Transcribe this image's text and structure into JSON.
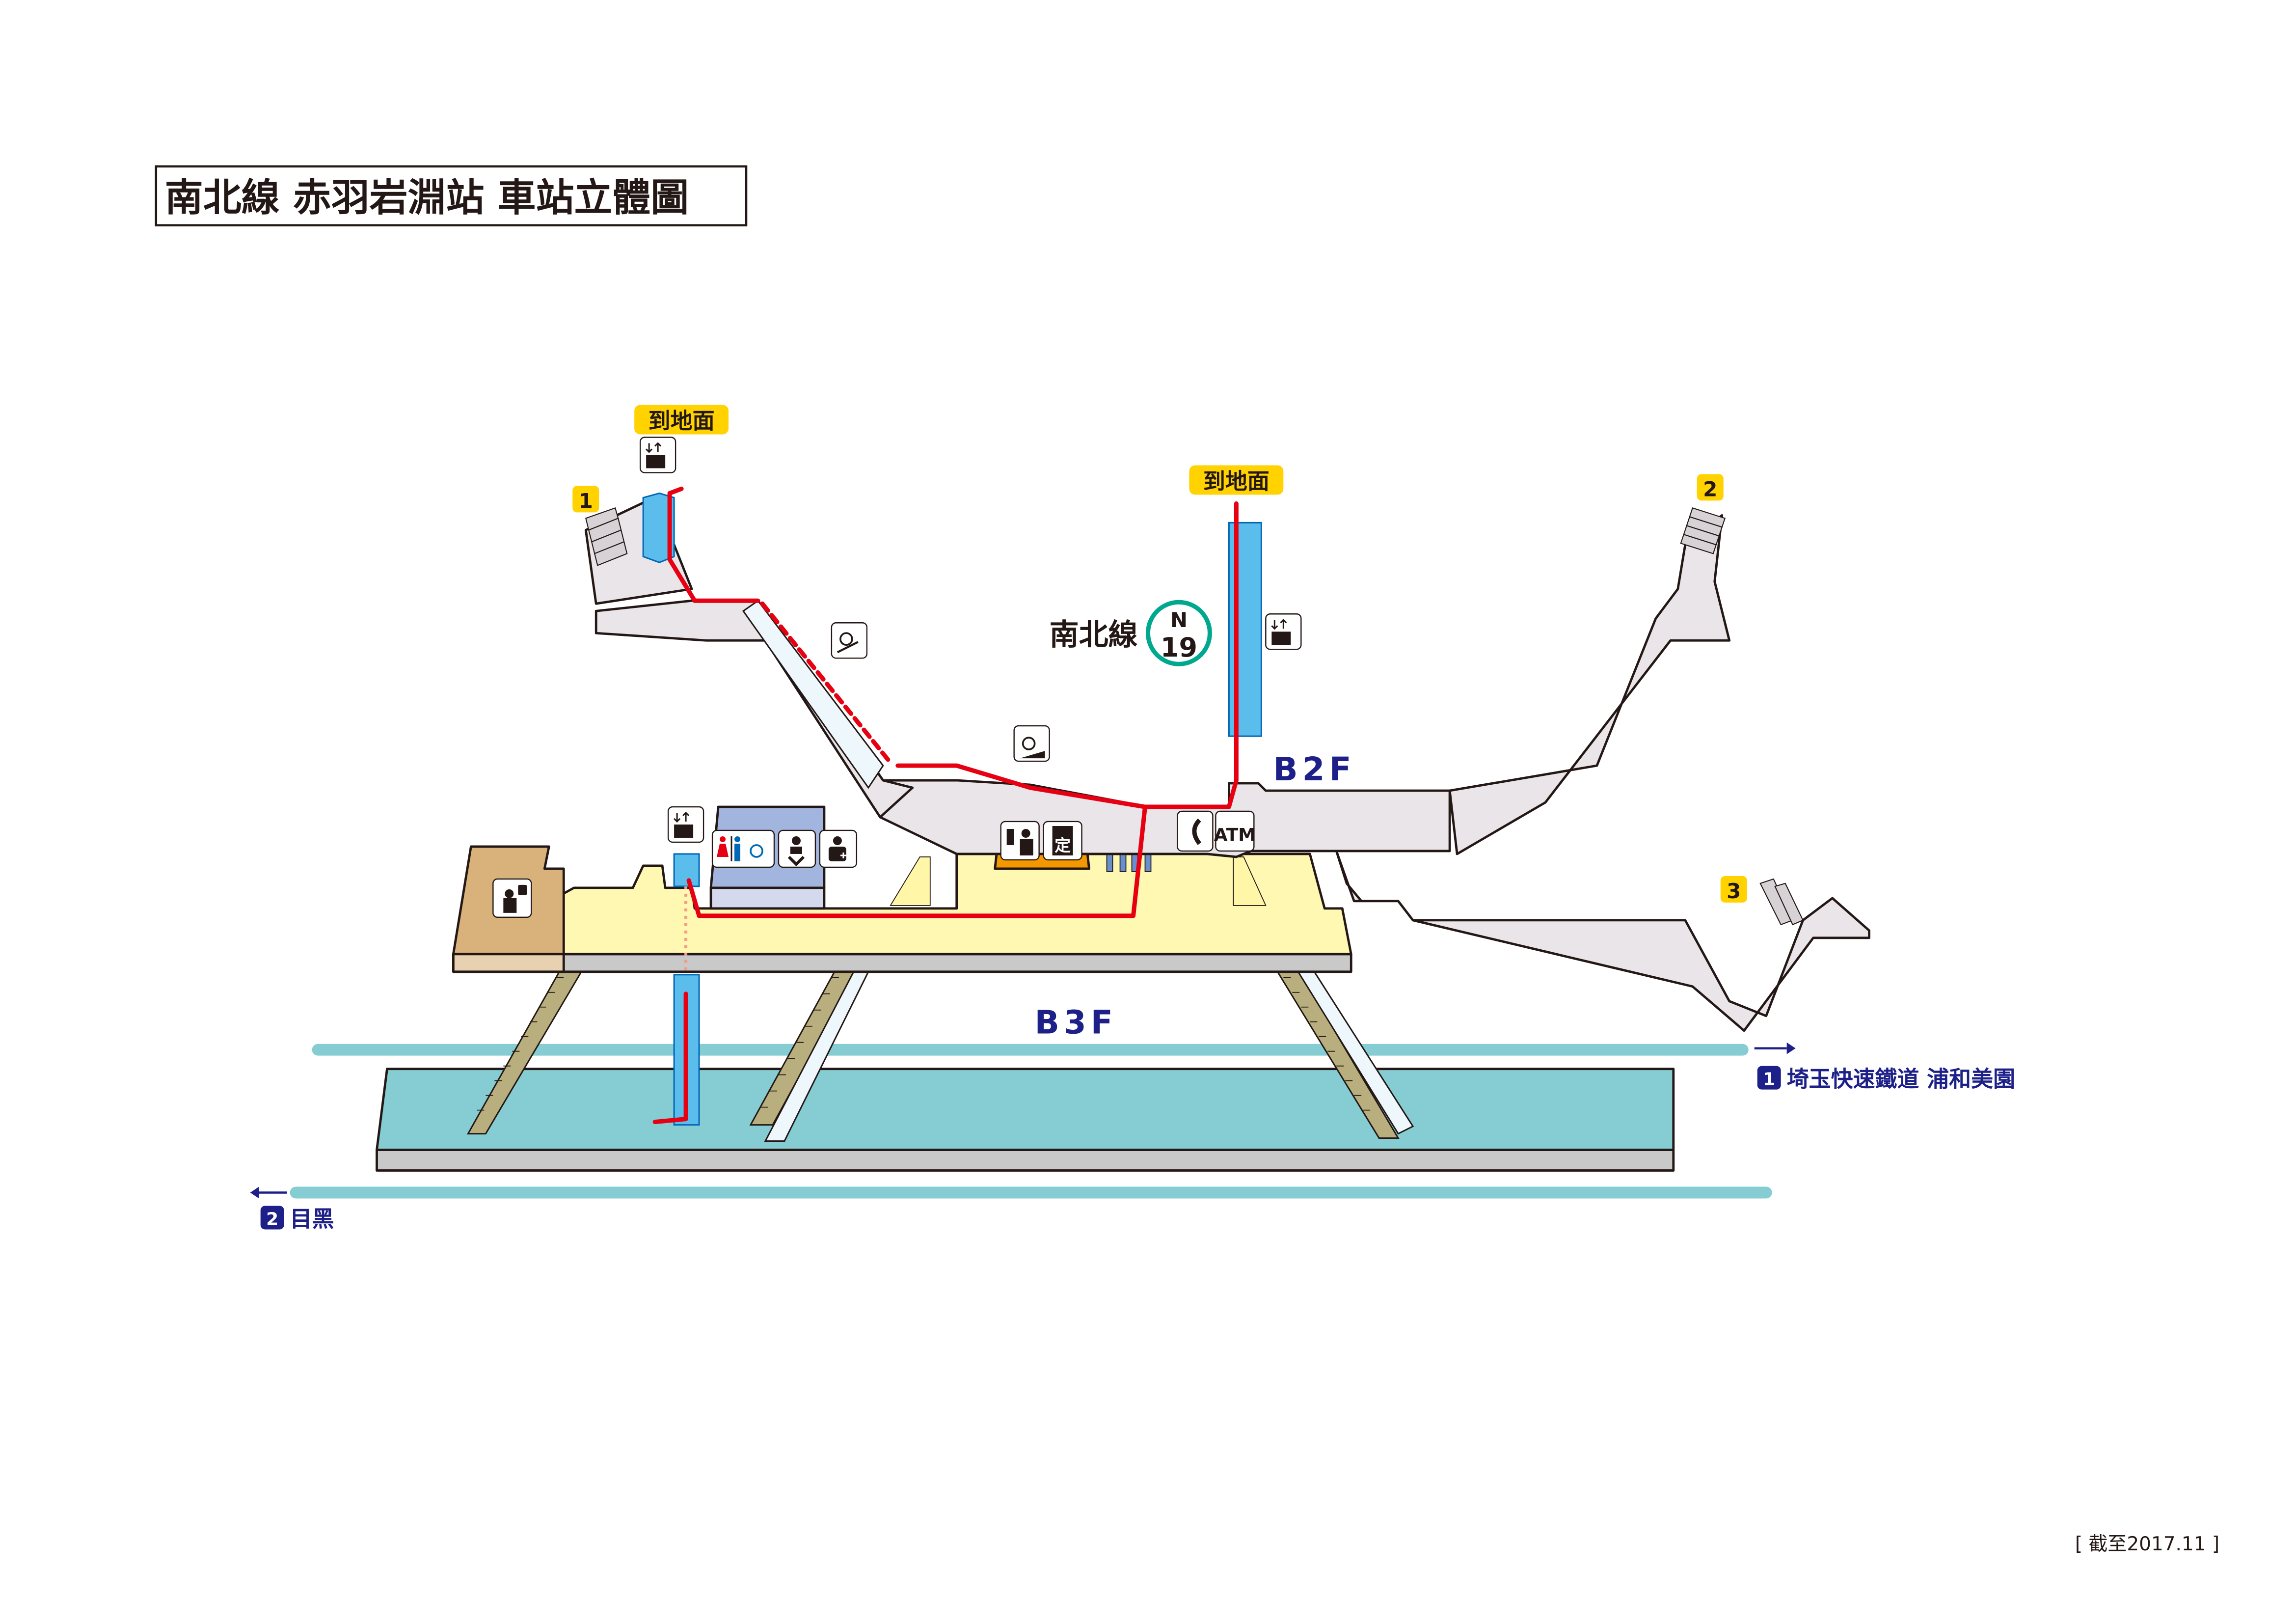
{
  "title": "南北線 赤羽岩淵站 車站立體圖",
  "line": {
    "name": "南北線",
    "code_letter": "N",
    "code_number": "19",
    "color": "#00A88F"
  },
  "floors": {
    "b2f": "B2F",
    "b3f": "B3F"
  },
  "exits": [
    {
      "number": "1"
    },
    {
      "number": "2"
    },
    {
      "number": "3"
    }
  ],
  "to_ground_labels": [
    "到地面",
    "到地面"
  ],
  "directions": {
    "platform1": {
      "number": "1",
      "destination": "埼玉快速鐵道 浦和美園",
      "arrow": "→"
    },
    "platform2": {
      "number": "2",
      "destination": "目黑",
      "arrow": "←"
    }
  },
  "facility_icons": {
    "elevator": "elevator-icon",
    "stair_lift": "wheelchair-stair-lift-icon",
    "slope": "wheelchair-slope-icon",
    "toilet": "toilet-icon",
    "baby_room": "baby-changing-icon",
    "first_aid": "first-aid-room-icon",
    "ticket_office": "ticket-office-icon",
    "commuter_pass": "commuter-pass-icon",
    "commuter_pass_char": "定",
    "telephone": "telephone-icon",
    "atm": "ATM",
    "station_office": "station-staff-icon"
  },
  "colors": {
    "concourse": "#E9E5E8",
    "concourse_edge": "#C9C9CA",
    "platform_floor": "#FFF8B3",
    "track": "#86CDD3",
    "elevator": "#5BBDEB",
    "route": "#E60012",
    "floor_label": "#1D2088",
    "exit_badge": "#FFD200",
    "office": "#D8B27A",
    "restroom_block": "#A2B5DE",
    "ticket_counter": "#F39800"
  },
  "footer": "[ 截至2017.11 ]"
}
